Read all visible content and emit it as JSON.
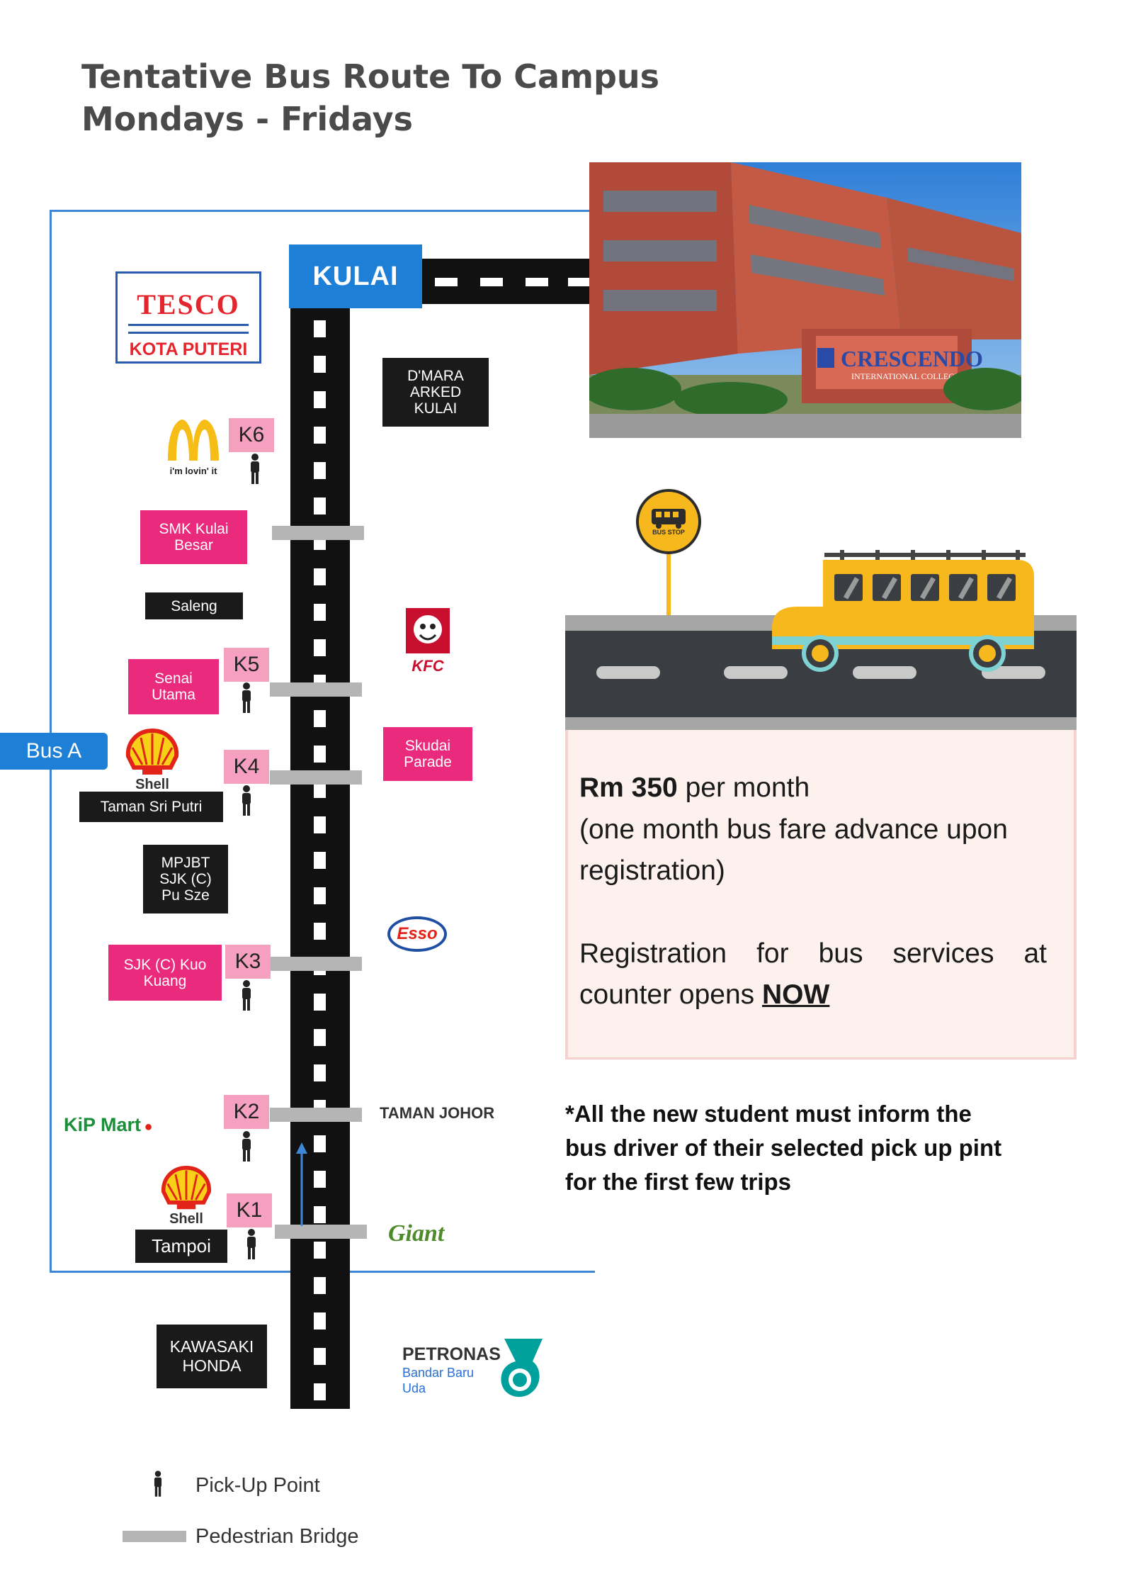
{
  "title": {
    "line1": "Tentative Bus Route To Campus",
    "line2": "Mondays - Fridays"
  },
  "route": {
    "origin_label": "KULAI",
    "bus_label": "Bus A",
    "pickups": [
      "K6",
      "K5",
      "K4",
      "K3",
      "K2",
      "K1"
    ]
  },
  "landmarks": {
    "tesco": "TESCO",
    "tesco_sub": "KOTA PUTERI",
    "mcd_tag": "i'm lovin' it",
    "dmara": [
      "D'MARA",
      "ARKED",
      "KULAI"
    ],
    "smk": [
      "SMK Kulai",
      "Besar"
    ],
    "saleng": "Saleng",
    "kfc": "KFC",
    "senai": [
      "Senai",
      "Utama"
    ],
    "shell_1": "Shell",
    "skudai": [
      "Skudai",
      "Parade"
    ],
    "taman_sri_putri": "Taman Sri Putri",
    "mpjbt": [
      "MPJBT",
      "SJK (C)",
      "Pu Sze"
    ],
    "esso": "Esso",
    "sjk_kuo": [
      "SJK (C) Kuo",
      "Kuang"
    ],
    "taman_johor": "TAMAN JOHOR",
    "kip_mart": "KiP Mart",
    "shell_2": "Shell",
    "tampoi": "Tampoi",
    "giant": "Giant",
    "kawasaki": [
      "KAWASAKI",
      "HONDA"
    ],
    "petronas": "PETRONAS",
    "petronas_sub": [
      "Bandar Baru",
      "Uda"
    ]
  },
  "campus_sign": {
    "name": "CRESCENDO",
    "sub": "INTERNATIONAL COLLEGE"
  },
  "bus_stop_label": "BUS STOP",
  "info": {
    "price": "Rm 350",
    "price_suffix": " per month",
    "advance_line1": "(one month bus fare advance upon",
    "advance_line2": "registration)",
    "reg_line1": "Registration for bus services at",
    "reg_line2_prefix": "counter opens ",
    "reg_now": "NOW"
  },
  "note": "*All the new student must inform the bus driver of their selected pick up pint for the first few trips",
  "legend": {
    "pickup": "Pick-Up Point",
    "bridge": "Pedestrian Bridge"
  },
  "colors": {
    "route_blue": "#1e7fd6",
    "landmark_pink": "#ea2a7c",
    "pickup_pink": "#f6a0c0",
    "road": "#111111",
    "bus_yellow": "#f7b81e"
  }
}
